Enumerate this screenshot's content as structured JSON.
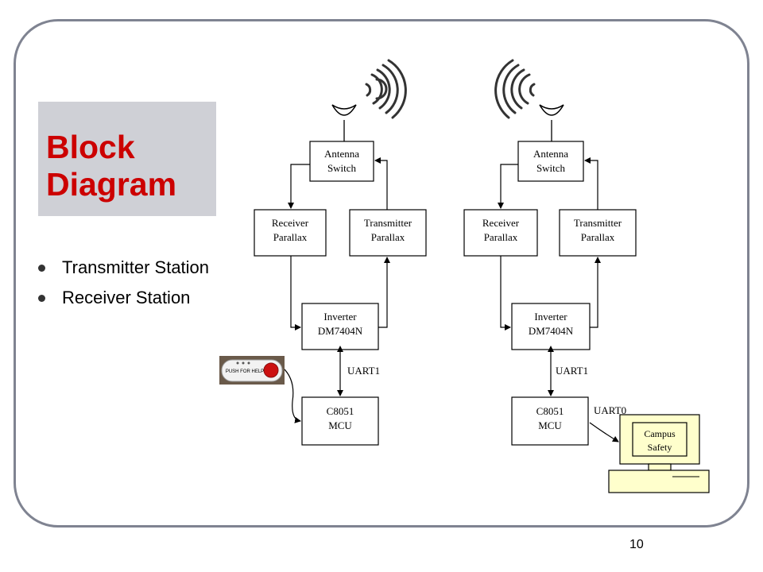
{
  "slide": {
    "title_line1": "Block",
    "title_line2": "Diagram",
    "bullets": [
      "Transmitter Station",
      "Receiver Station"
    ],
    "page_number": "10"
  },
  "diagram": {
    "transmitter": {
      "antenna_switch": [
        "Antenna",
        "Switch"
      ],
      "receiver": [
        "Receiver",
        "Parallax"
      ],
      "transmitter": [
        "Transmitter",
        "Parallax"
      ],
      "inverter": [
        "Inverter",
        "DM7404N"
      ],
      "mcu": [
        "C8051",
        "MCU"
      ],
      "uart": "UART1",
      "button_text": "PUSH FOR HELP"
    },
    "receiver": {
      "antenna_switch": [
        "Antenna",
        "Switch"
      ],
      "receiver": [
        "Receiver",
        "Parallax"
      ],
      "transmitter": [
        "Transmitter",
        "Parallax"
      ],
      "inverter": [
        "Inverter",
        "DM7404N"
      ],
      "mcu": [
        "C8051",
        "MCU"
      ],
      "uart": "UART1",
      "uart_pc": "UART0",
      "computer_screen": [
        "Campus",
        "Safety"
      ]
    }
  },
  "colors": {
    "title": "#cc0000",
    "title_bg": "#cfd0d6",
    "frame": "#7f8391",
    "computer": "#ffffcc",
    "button_red": "#cc1111"
  }
}
